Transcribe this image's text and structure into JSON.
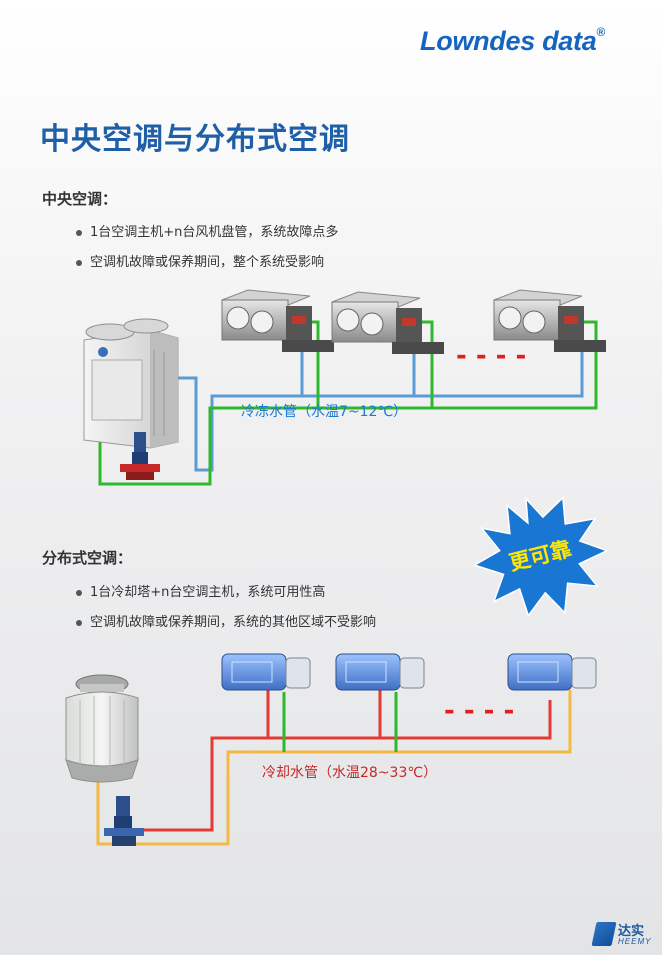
{
  "brand": {
    "name": "Lowndes data",
    "registered": "®"
  },
  "title": "中央空调与分布式空调",
  "central": {
    "heading": "中央空调：",
    "bullets": [
      "1台空调主机+n台风机盘管，系统故障点多",
      "空调机故障或保养期间，整个系统受影响"
    ],
    "pipe_label": "冷冻水管（水温7~12℃）",
    "pipe_color": "#1a7ad4",
    "ellipsis": "- - - -"
  },
  "badge": {
    "text": "更可靠",
    "fill": "#1976d2",
    "text_color": "#ffe600"
  },
  "distributed": {
    "heading": "分布式空调：",
    "bullets": [
      "1台冷却塔+n台空调主机，系统可用性高",
      "空调机故障或保养期间，系统的其他区域不受影响"
    ],
    "pipe_label": "冷却水管（水温28~33℃）",
    "pipe_color": "#c62828",
    "ellipsis": "- - - -"
  },
  "colors": {
    "blue_pipe": "#5b9bd5",
    "green_pipe": "#2eb82e",
    "red_pipe": "#e53935",
    "orange_pipe": "#f4b942",
    "dash": "#e02020"
  },
  "footer": {
    "cn": "达实",
    "en": "HEEMY"
  }
}
